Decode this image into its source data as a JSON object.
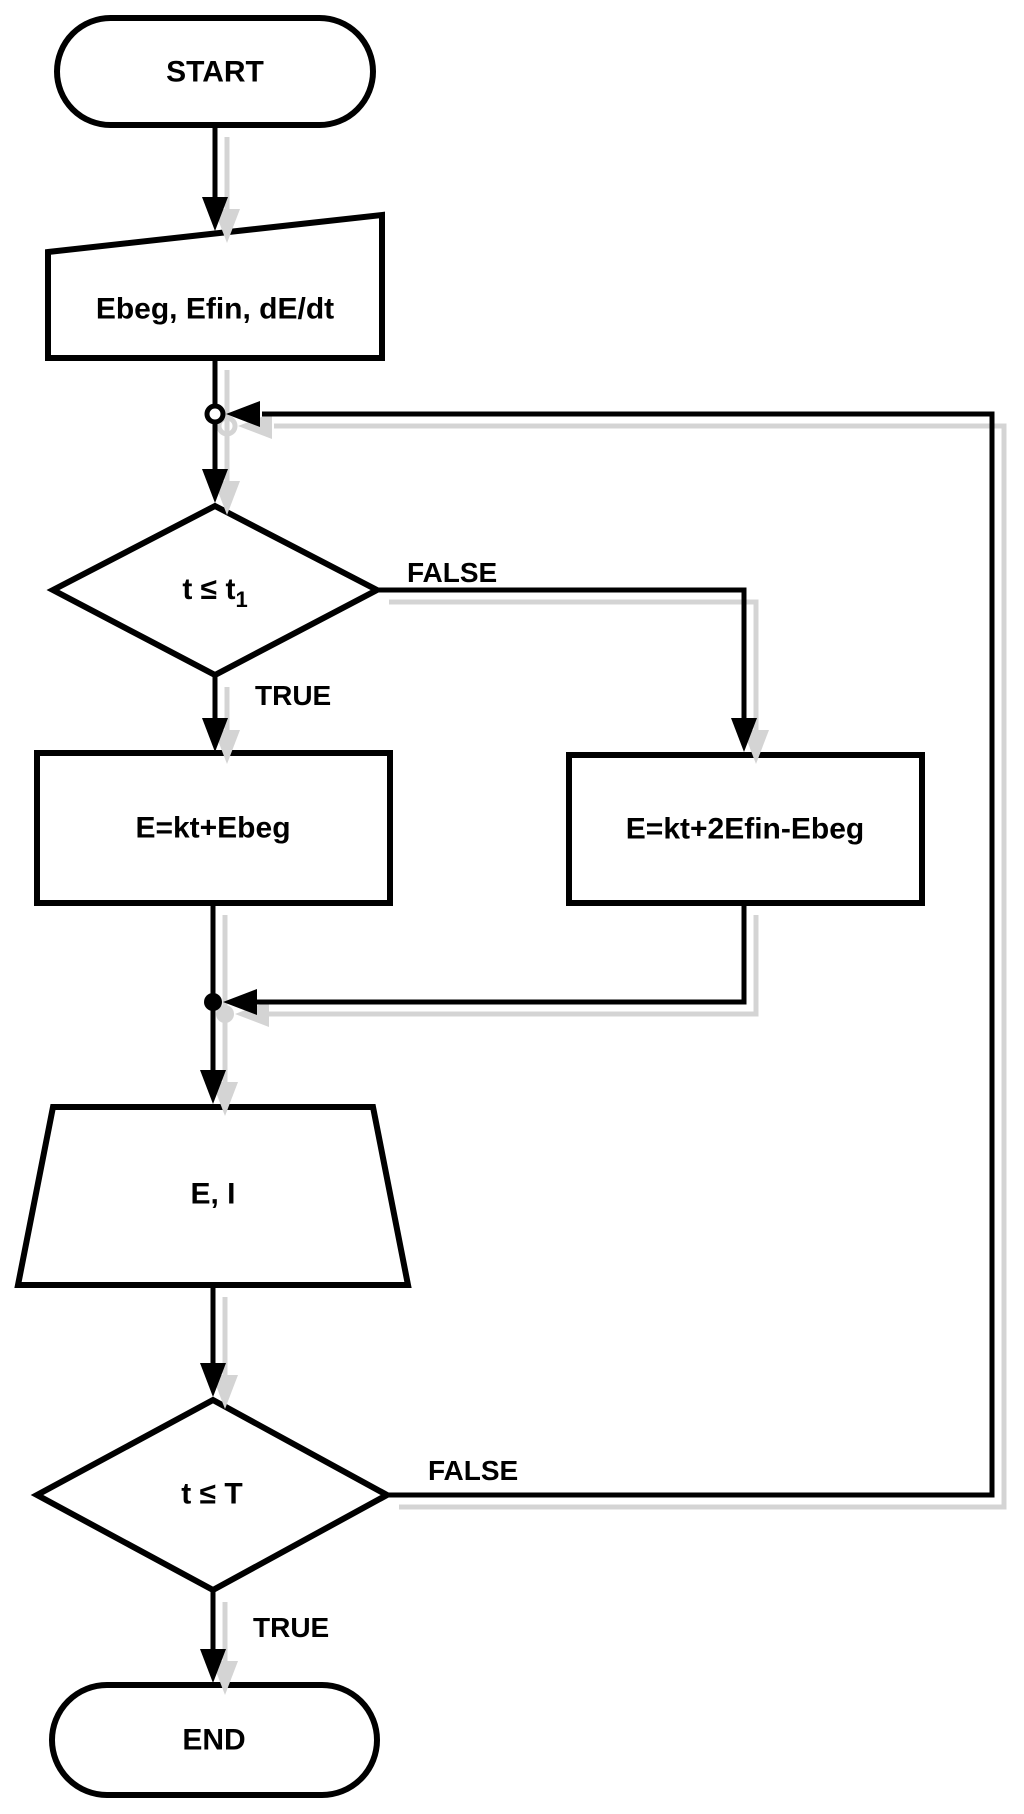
{
  "flowchart": {
    "nodes": {
      "start": "START",
      "input": "Ebeg, Efin, dE/dt",
      "decision1_main": "t ≤ t",
      "decision1_sub": "1",
      "process_true": "E=kt+Ebeg",
      "process_false": "E=kt+2Efin-Ebeg",
      "output": "E, I",
      "decision2": "t ≤ T",
      "end": "END"
    },
    "edge_labels": {
      "decision1_false": "FALSE",
      "decision1_true": "TRUE",
      "decision2_false": "FALSE",
      "decision2_true": "TRUE"
    },
    "colors": {
      "line": "#000000",
      "shadow": "#d4d4d4",
      "background": "#ffffff"
    }
  }
}
